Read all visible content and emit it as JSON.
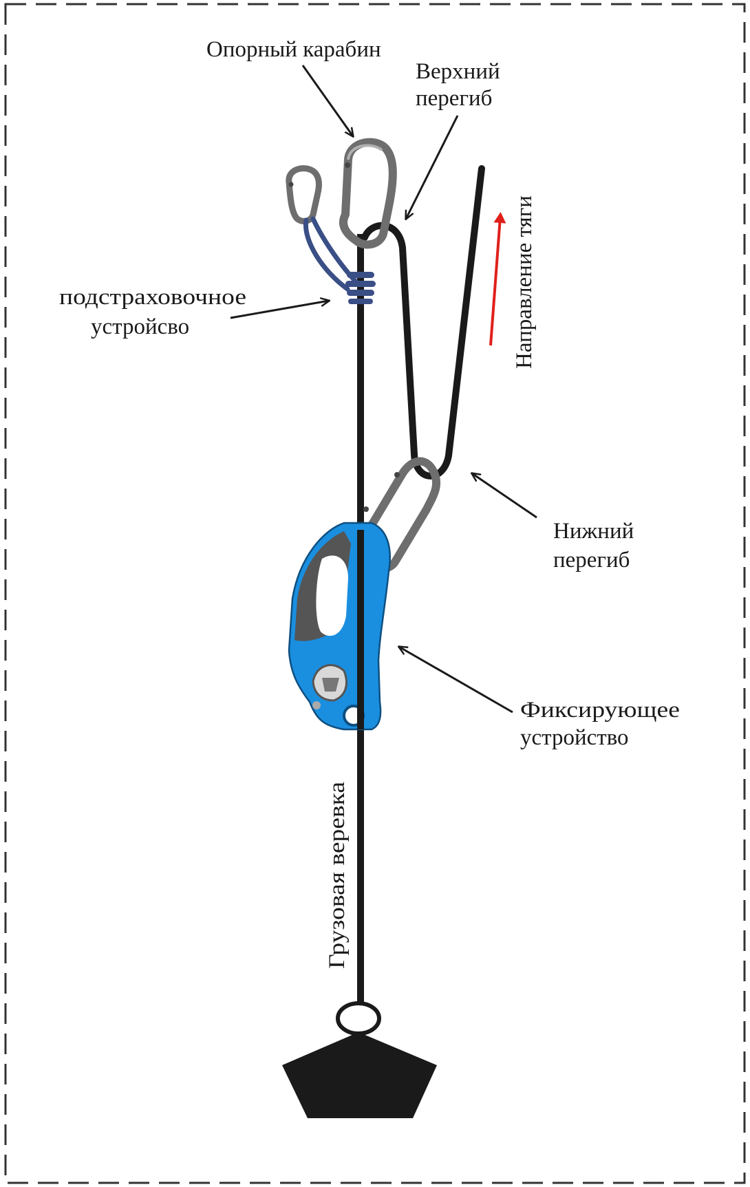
{
  "labels": {
    "anchor_carabiner": "Опорный карабин",
    "upper_bend_line1": "Верхний",
    "upper_bend_line2": "перегиб",
    "belay_device_line1": "подстраховочное",
    "belay_device_line2": "устройсво",
    "pull_direction": "Направление тяги",
    "lower_bend_line1": "Нижний",
    "lower_bend_line2": "перегиб",
    "locking_device_line1": "Фиксирующее",
    "locking_device_line2": "устройство",
    "load_rope": "Грузовая веревка"
  },
  "colors": {
    "rope": "#1a1a1a",
    "carabiner": "#6e6e6e",
    "carabiner_highlight": "#b0b0b0",
    "sling": "#3a4f86",
    "ascender_body": "#1a8fe0",
    "ascender_grip": "#555555",
    "pull_arrow": "#e0201a",
    "frame": "#333333"
  },
  "icons": {
    "anchor": "carabiner-icon",
    "ascender": "rope-clamp-icon",
    "load": "weight-icon"
  }
}
